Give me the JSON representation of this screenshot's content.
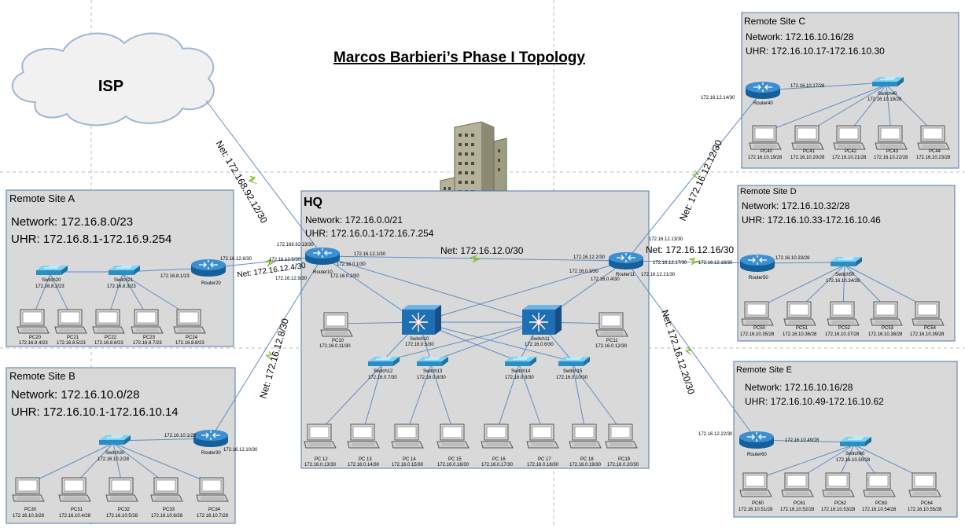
{
  "title": "Marcos Barbieri’s Phase I Topology",
  "isp": {
    "label": "ISP"
  },
  "building": {
    "label": "HQ"
  },
  "colors": {
    "site_fill": "#d9d9d9",
    "site_stroke": "#4a7ab0",
    "link": "#5b8fc6",
    "bolt": "#9ad23c",
    "router": "#1f77b4",
    "switch": "#3aa8d8",
    "multilayer": "#1f6fb4"
  },
  "wan_links": [
    {
      "id": "isp",
      "label": "Net: 172.168.92.12/30",
      "ip_near": "172.168.92.13/30"
    },
    {
      "id": "a",
      "label": "Net: 172.16.12.4/30",
      "ip_far": "172.16.12.6/30",
      "ip_near": "172.16.12.5/30"
    },
    {
      "id": "b",
      "label": "Net: 172.16.12.8/30",
      "ip_far": "172.16.12.10/30",
      "ip_near": "172.16.12.9/30"
    },
    {
      "id": "hq",
      "label": "Net: 172.16.12.0/30",
      "ip_left": "172.16.12.1/30",
      "ip_right": "172.16.12.2/30"
    },
    {
      "id": "c",
      "label": "Net: 172.16.12.12/30",
      "ip_far": "172.16.12.14/30",
      "ip_near": "172.16.12.13/30"
    },
    {
      "id": "d",
      "label": "Net: 172.16.12.16/30",
      "ip_far": "172.16.12.18/30",
      "ip_near": "172.16.12.17/30"
    },
    {
      "id": "e",
      "label": "Net: 172.16.12.20/30",
      "ip_far": "172.16.12.22/30",
      "ip_near": "172.16.12.21/30"
    }
  ],
  "hq": {
    "name": "HQ",
    "network": "Network: 172.16.0.0/21",
    "uhr": "UHR: 172.16.0.1-172.16.7.254",
    "router10": {
      "name": "Router10",
      "ip_a": "172.16.0.1/30",
      "ip_b": "172.16.0.2/30"
    },
    "router11": {
      "name": "Router11",
      "ip_a": "172.16.0.3/30",
      "ip_b": "172.16.0.4/30"
    },
    "switch10": {
      "name": "Switch10",
      "ip": "172.16.0.5/30"
    },
    "switch11": {
      "name": "Switch11",
      "ip": "172.16.0.6/30"
    },
    "pc10": {
      "name": "PC10",
      "ip": "172.16.0.11/30"
    },
    "pc11": {
      "name": "PC11",
      "ip": "172.16.0.12/30"
    },
    "switches": [
      {
        "name": "Switch12",
        "ip": "172.16.0.7/30"
      },
      {
        "name": "Switch13",
        "ip": "172.16.0.8/30"
      },
      {
        "name": "Switch14",
        "ip": "172.16.0.9/30"
      },
      {
        "name": "Switch15",
        "ip": "172.16.0.10/30"
      }
    ],
    "pcs": [
      {
        "name": "PC 12",
        "ip": "172.16.0.13/30"
      },
      {
        "name": "PC 13",
        "ip": "172.16.0.14/30"
      },
      {
        "name": "PC 14",
        "ip": "172.16.0.15/30"
      },
      {
        "name": "PC 15",
        "ip": "172.16.0.16/30"
      },
      {
        "name": "PC 16",
        "ip": "172.16.0.17/30"
      },
      {
        "name": "PC 17",
        "ip": "172.16.0.18/30"
      },
      {
        "name": "PC 18",
        "ip": "172.16.0.19/30"
      },
      {
        "name": "PC19",
        "ip": "172.16.0.20/30"
      }
    ]
  },
  "site_a": {
    "name": "Remote Site A",
    "network": "Network: 172.16.8.0/23",
    "uhr": "UHR: 172.16.8.1-172.16.9.254",
    "router": {
      "name": "Router20",
      "ip": "172.16.8.1/23"
    },
    "switches": [
      {
        "name": "Switch20",
        "ip": "172.16.8.2/23"
      },
      {
        "name": "Switch21",
        "ip": "172.16.8.3/23"
      }
    ],
    "pcs": [
      {
        "name": "PC20",
        "ip": "172.16.8.4/23"
      },
      {
        "name": "PC21",
        "ip": "172.16.8.5/23"
      },
      {
        "name": "PC22",
        "ip": "172.16.8.6/23"
      },
      {
        "name": "PC23",
        "ip": "172.16.8.7/23"
      },
      {
        "name": "PC24",
        "ip": "172.16.8.8/23"
      }
    ]
  },
  "site_b": {
    "name": "Remote Site B",
    "network": "Network: 172.16.10.0/28",
    "uhr": "UHR: 172.16.10.1-172.16.10.14",
    "router": {
      "name": "Router30",
      "ip": "172.16.10.1/28"
    },
    "switch": {
      "name": "Switch30",
      "ip": "172.16.10.2/28"
    },
    "pcs": [
      {
        "name": "PC30",
        "ip": "172.16.10.3/28"
      },
      {
        "name": "PC31",
        "ip": "172.16.10.4/28"
      },
      {
        "name": "PC32",
        "ip": "172.16.10.5/28"
      },
      {
        "name": "PC33",
        "ip": "172.16.10.6/28"
      },
      {
        "name": "PC34",
        "ip": "172.16.10.7/28"
      }
    ]
  },
  "site_c": {
    "name": "Remote Site C",
    "network": "Network: 172.16.10.16/28",
    "uhr": "UHR: 172.16.10.17-172.16.10.30",
    "router": {
      "name": "Router40",
      "ip": "172.16.10.17/28"
    },
    "switch": {
      "name": "Switch40",
      "ip": "172.16.10.18/28"
    },
    "pcs": [
      {
        "name": "PC40",
        "ip": "172.16.10.19/28"
      },
      {
        "name": "PC41",
        "ip": "172.16.10.20/28"
      },
      {
        "name": "PC42",
        "ip": "172.16.10.21/28"
      },
      {
        "name": "PC43",
        "ip": "172.16.10.22/28"
      },
      {
        "name": "PC44",
        "ip": "172.16.10.23/28"
      }
    ]
  },
  "site_d": {
    "name": "Remote Site D",
    "network": "Network: 172.16.10.32/28",
    "uhr": "UHR: 172.16.10.33-172.16.10.46",
    "router": {
      "name": "Router50",
      "ip": "172.16.10.33/28"
    },
    "switch": {
      "name": "Switch50",
      "ip": "172.16.10.34/28"
    },
    "pcs": [
      {
        "name": "PC50",
        "ip": "172.16.10.35/28"
      },
      {
        "name": "PC51",
        "ip": "172.16.10.36/28"
      },
      {
        "name": "PC52",
        "ip": "172.16.10.37/28"
      },
      {
        "name": "PC53",
        "ip": "172.16.10.38/28"
      },
      {
        "name": "PC54",
        "ip": "172.16.10.39/28"
      }
    ]
  },
  "site_e": {
    "name": "Remote Site E",
    "network": "Network: 172.16.10.16/28",
    "uhr": "UHR: 172.16.10.49-172.16.10.62",
    "router": {
      "name": "Router60",
      "ip": "172.16.10.49/28"
    },
    "switch": {
      "name": "Switch60",
      "ip": "172.16.10.50/28"
    },
    "pcs": [
      {
        "name": "PC60",
        "ip": "172.16.10.51/28"
      },
      {
        "name": "PC61",
        "ip": "172.16.10.52/28"
      },
      {
        "name": "PC62",
        "ip": "172.16.10.53/28"
      },
      {
        "name": "PC63",
        "ip": "172.16.10.54/28"
      },
      {
        "name": "PC64",
        "ip": "172.16.10.55/28"
      }
    ]
  }
}
